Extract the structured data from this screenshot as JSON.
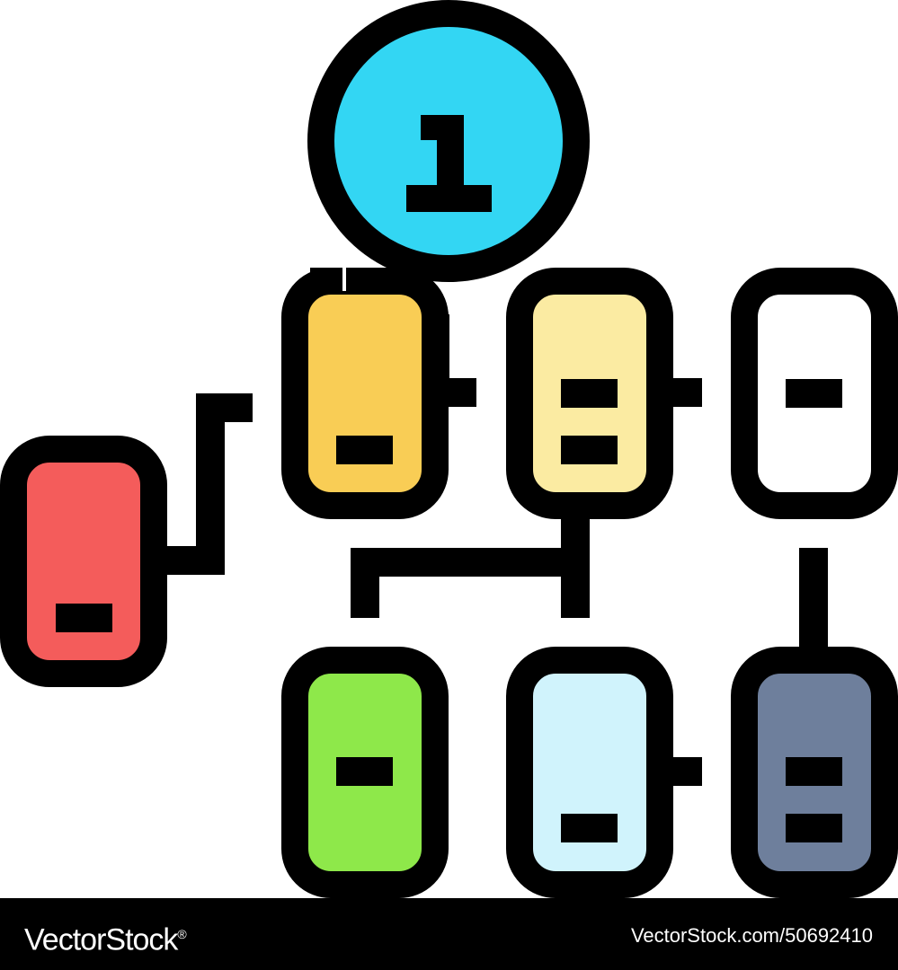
{
  "badge": {
    "number": "1",
    "color": "#33D6F3"
  },
  "nodes": [
    {
      "id": "red",
      "color": "#F45C5B"
    },
    {
      "id": "orange",
      "color": "#F9CD55"
    },
    {
      "id": "pale-yellow",
      "color": "#FBEBA2"
    },
    {
      "id": "white",
      "color": "#FFFFFF"
    },
    {
      "id": "green",
      "color": "#8EE84A"
    },
    {
      "id": "light-blue",
      "color": "#D0F3FC"
    },
    {
      "id": "slate",
      "color": "#6E7F9C"
    }
  ],
  "footer": {
    "brand": "VectorStock",
    "brand_mark": "®",
    "image_id": "VectorStock.com/50692410"
  }
}
